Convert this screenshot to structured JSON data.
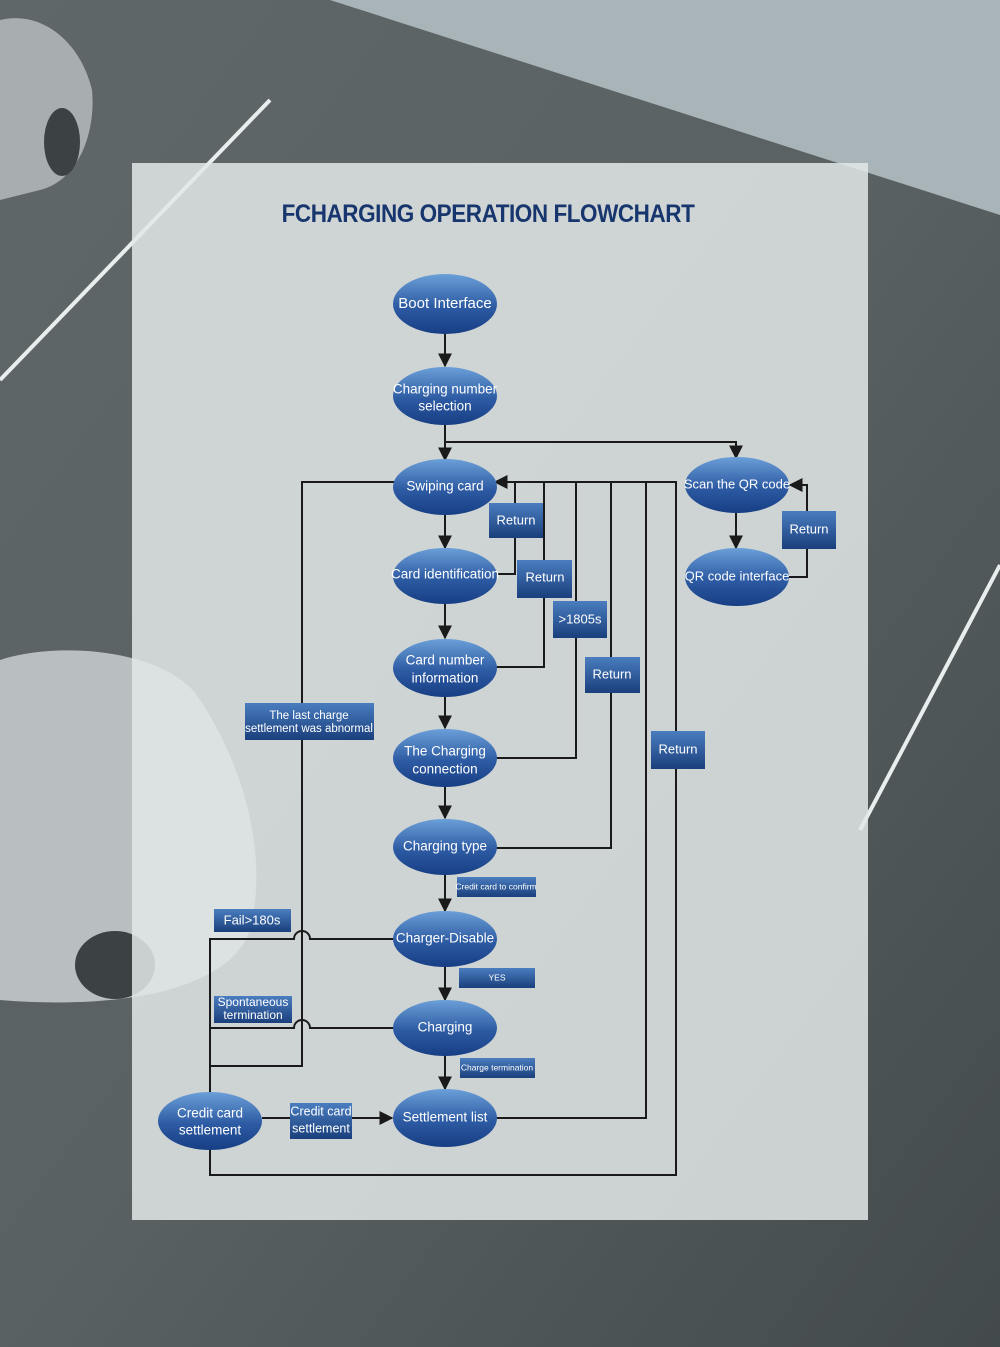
{
  "title": "FCHARGING OPERATION FLOWCHART",
  "colors": {
    "node_light": "#5f93cf",
    "node_dark": "#173e84",
    "label_light": "#3f72b4",
    "label_dark": "#1a3f7c",
    "line": "#1a1a1a",
    "title": "#17366e"
  },
  "nodes": {
    "boot": {
      "lines": [
        "Boot Interface"
      ]
    },
    "number": {
      "lines": [
        "Charging number",
        "selection"
      ]
    },
    "swipe": {
      "lines": [
        "Swiping card"
      ]
    },
    "ident": {
      "lines": [
        "Card identification"
      ]
    },
    "info": {
      "lines": [
        "Card number",
        "information"
      ]
    },
    "conn": {
      "lines": [
        "The Charging",
        "connection"
      ]
    },
    "type": {
      "lines": [
        "Charging type"
      ]
    },
    "disable": {
      "lines": [
        "Charger-Disable"
      ]
    },
    "charging": {
      "lines": [
        "Charging"
      ]
    },
    "settle": {
      "lines": [
        "Settlement list"
      ]
    },
    "credit": {
      "lines": [
        "Credit card",
        "settlement"
      ]
    },
    "qr": {
      "lines": [
        "Scan the QR code"
      ]
    },
    "qrui": {
      "lines": [
        "QR code interface"
      ]
    }
  },
  "labels": {
    "ret1": {
      "lines": [
        "Return"
      ]
    },
    "ret2": {
      "lines": [
        "Return"
      ]
    },
    "t1805": {
      "lines": [
        ">1805s"
      ]
    },
    "ret3": {
      "lines": [
        "Return"
      ]
    },
    "ret4": {
      "lines": [
        "Return"
      ]
    },
    "retqr": {
      "lines": [
        "Return"
      ]
    },
    "abnormal": {
      "lines": [
        "The last charge",
        "settlement was abnormal"
      ]
    },
    "fail": {
      "lines": [
        "Fail>180s"
      ]
    },
    "spont": {
      "lines": [
        "Spontaneous",
        "termination"
      ]
    },
    "confirm": {
      "lines": [
        "Credit card to confirm"
      ]
    },
    "yes": {
      "lines": [
        "YES"
      ]
    },
    "term": {
      "lines": [
        "Charge termination"
      ]
    },
    "creditlbl": {
      "lines": [
        "Credit card",
        "settlement"
      ]
    }
  }
}
